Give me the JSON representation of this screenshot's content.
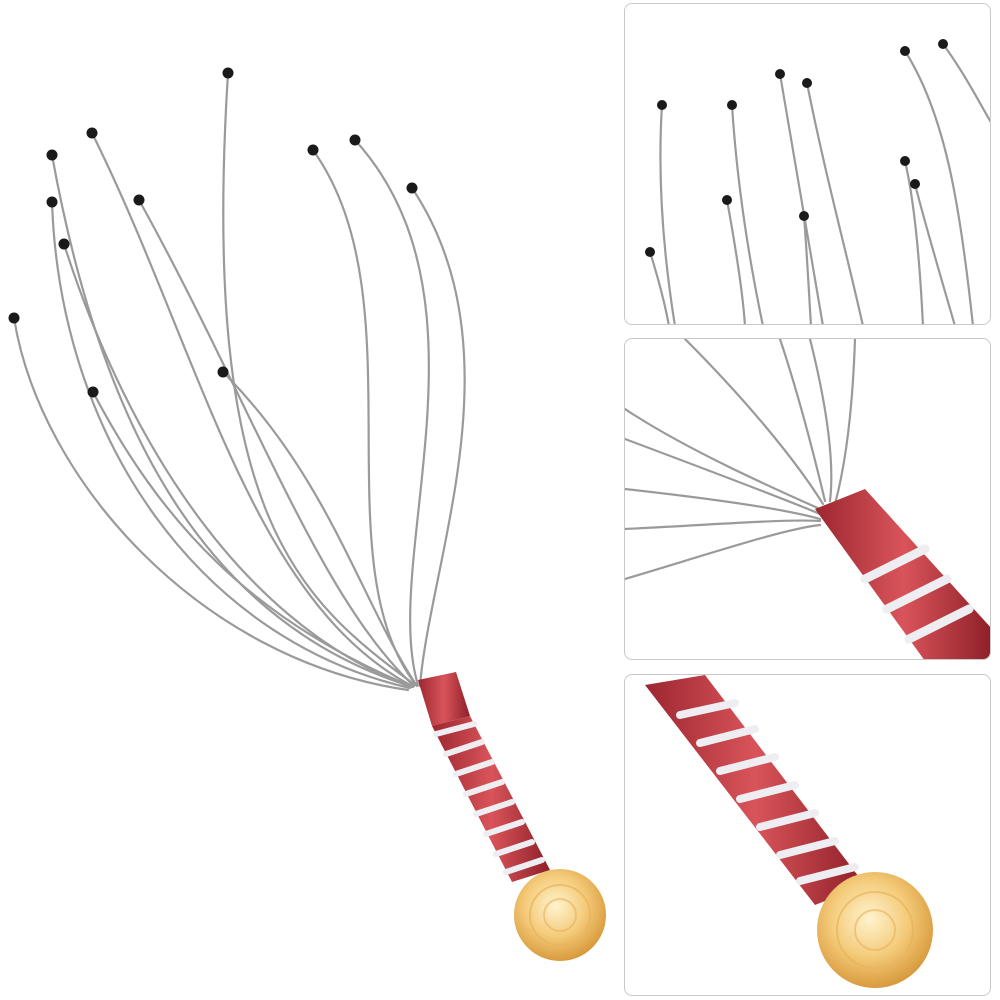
{
  "image": {
    "subject": "scalp-massager-product",
    "colors": {
      "background": "#ffffff",
      "wire": "#9a9a9a",
      "tip": "#1a1a1a",
      "handle_red": "#c0393f",
      "handle_silver": "#e8e8ec",
      "knob": "#f0c070",
      "panel_border": "#c8c8c8"
    },
    "panels": [
      {
        "name": "tips-closeup"
      },
      {
        "name": "neck-closeup"
      },
      {
        "name": "handle-closeup"
      }
    ]
  }
}
